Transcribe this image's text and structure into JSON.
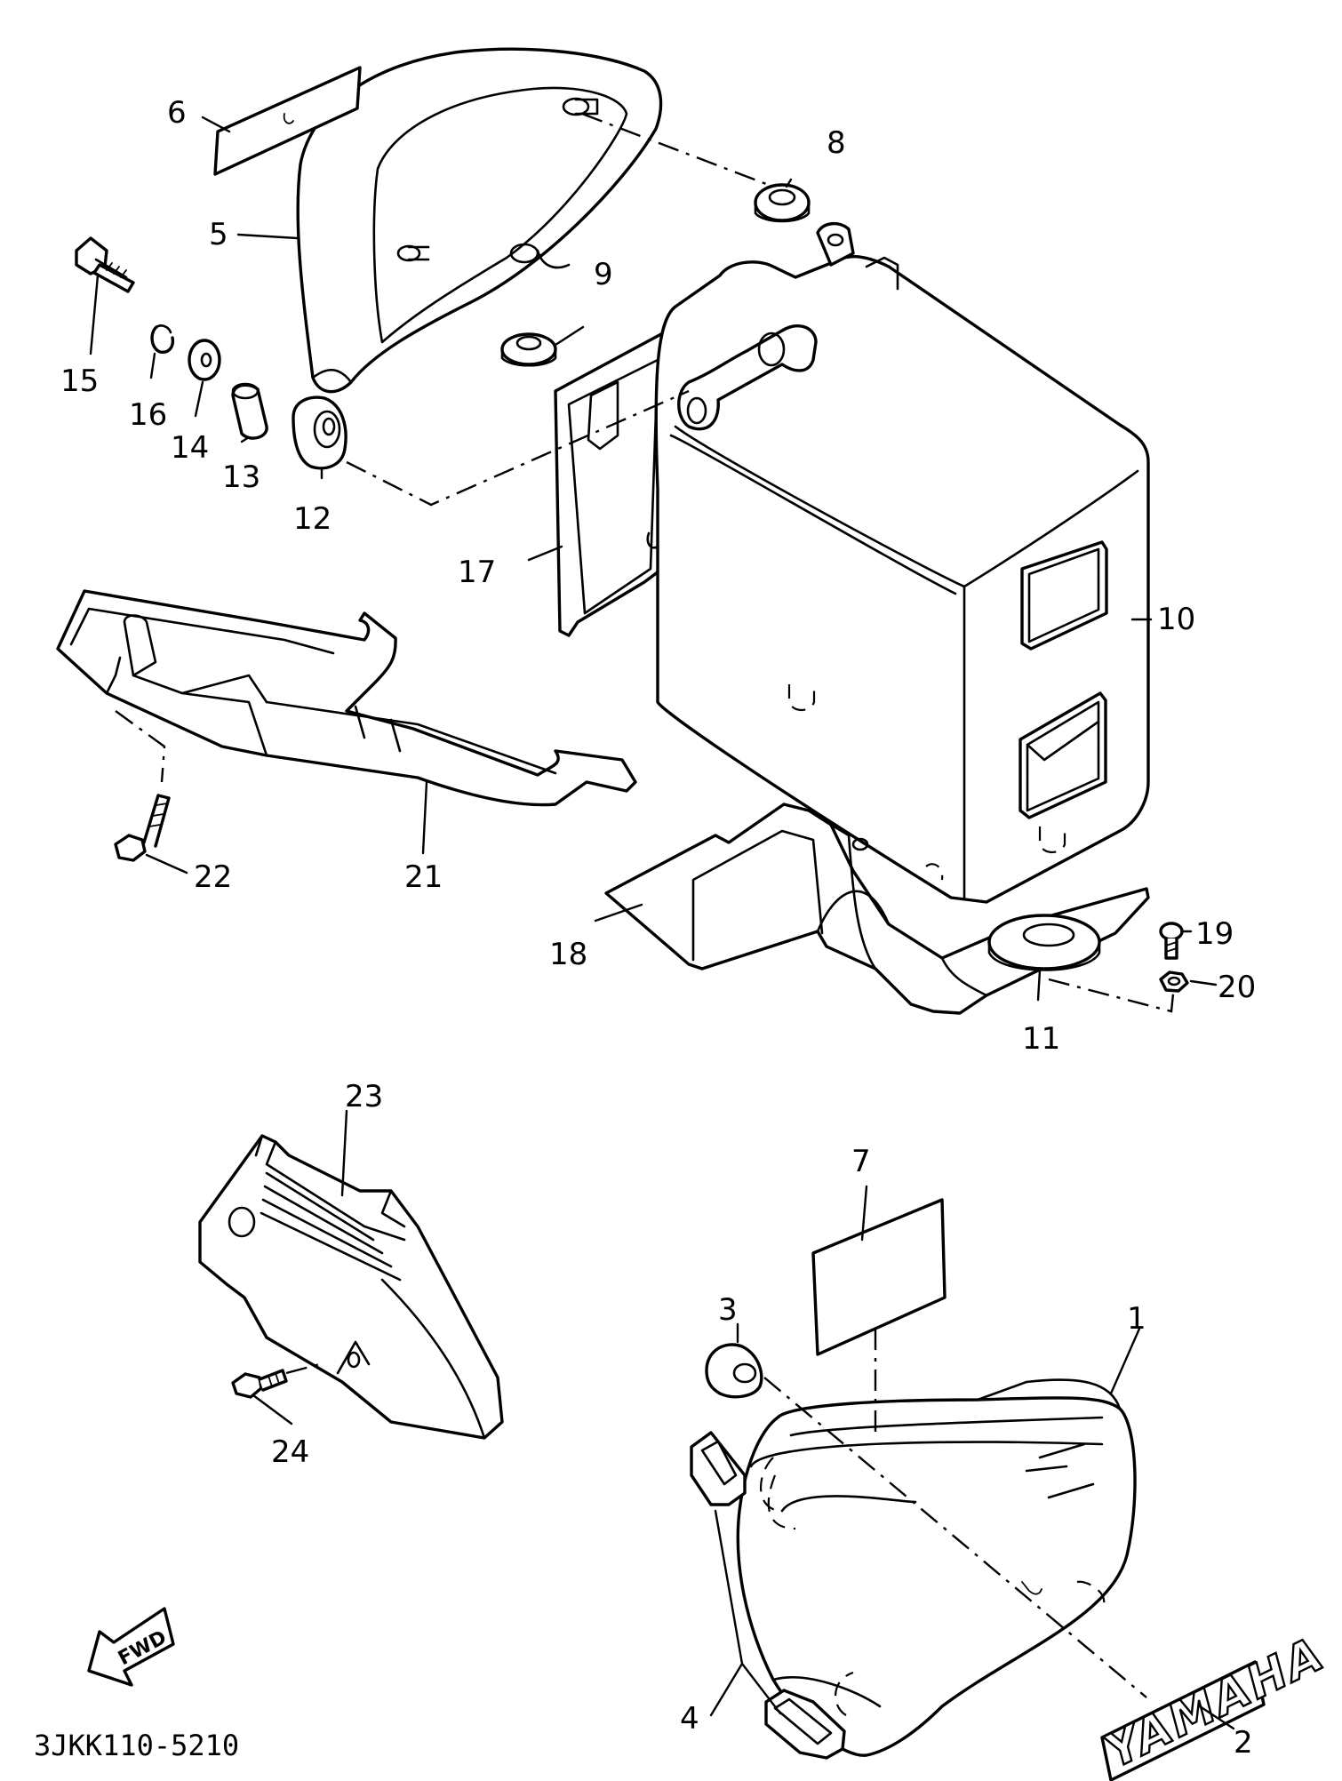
{
  "diagram": {
    "drawing_code": "3JKK110-5210",
    "fwd_label": "FWD",
    "brand_mark": "YAMAHA",
    "parts": [
      {
        "id": "p1",
        "number": "1"
      },
      {
        "id": "p2",
        "number": "2"
      },
      {
        "id": "p3",
        "number": "3"
      },
      {
        "id": "p4",
        "number": "4"
      },
      {
        "id": "p5",
        "number": "5"
      },
      {
        "id": "p6",
        "number": "6"
      },
      {
        "id": "p7",
        "number": "7"
      },
      {
        "id": "p8",
        "number": "8"
      },
      {
        "id": "p9",
        "number": "9"
      },
      {
        "id": "p10",
        "number": "10"
      },
      {
        "id": "p11",
        "number": "11"
      },
      {
        "id": "p12",
        "number": "12"
      },
      {
        "id": "p13",
        "number": "13"
      },
      {
        "id": "p14",
        "number": "14"
      },
      {
        "id": "p15",
        "number": "15"
      },
      {
        "id": "p16",
        "number": "16"
      },
      {
        "id": "p17",
        "number": "17"
      },
      {
        "id": "p18",
        "number": "18"
      },
      {
        "id": "p19",
        "number": "19"
      },
      {
        "id": "p20",
        "number": "20"
      },
      {
        "id": "p21",
        "number": "21"
      },
      {
        "id": "p22",
        "number": "22"
      },
      {
        "id": "p23",
        "number": "23"
      },
      {
        "id": "p24",
        "number": "24"
      }
    ]
  }
}
